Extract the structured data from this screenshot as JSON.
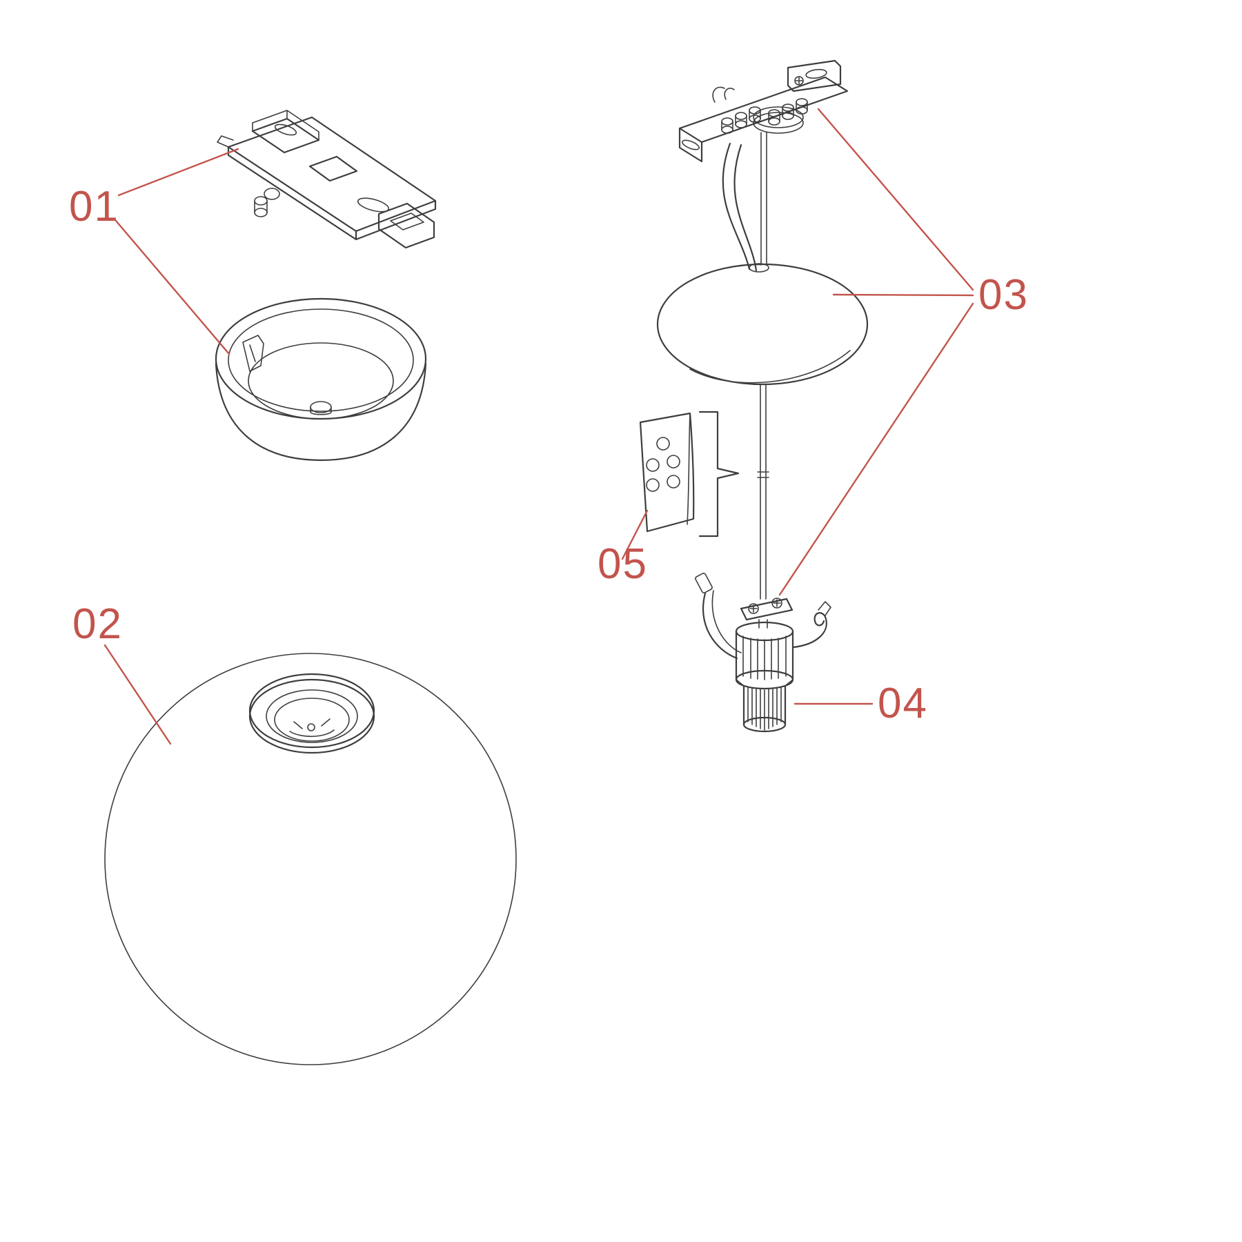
{
  "diagram_type": "exploded-parts-diagram",
  "colors": {
    "callout": "#c2544c",
    "line": "#3d3d3d",
    "background": "#ffffff"
  },
  "callouts": [
    {
      "id": "01",
      "label": "01",
      "points_to": [
        "mounting-bracket",
        "ceiling-cup"
      ]
    },
    {
      "id": "02",
      "label": "02",
      "points_to": [
        "glass-globe"
      ]
    },
    {
      "id": "03",
      "label": "03",
      "points_to": [
        "terminal-bracket",
        "canopy",
        "stem-rod"
      ]
    },
    {
      "id": "04",
      "label": "04",
      "points_to": [
        "lamp-socket"
      ]
    },
    {
      "id": "05",
      "label": "05",
      "points_to": [
        "remote-control"
      ]
    }
  ]
}
